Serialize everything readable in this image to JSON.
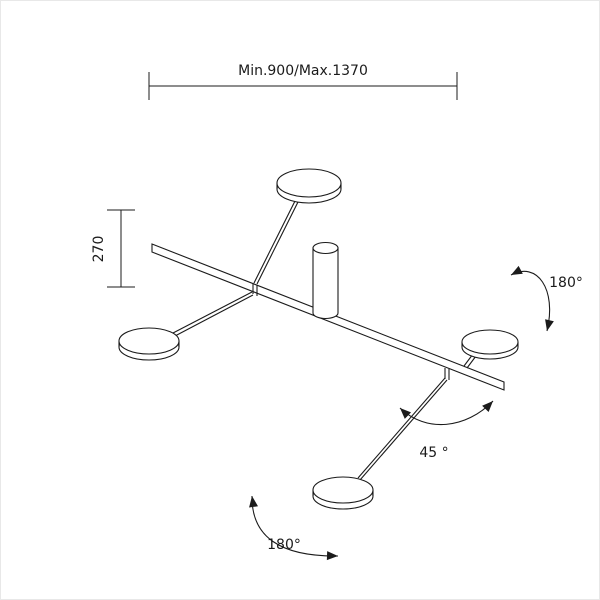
{
  "diagram": {
    "title": "ceiling-lamp-dimension-drawing",
    "width_label": "Min.900/Max.1370",
    "height_label": "270",
    "rotation_labels": {
      "top_right": "180°",
      "middle": "45 °",
      "bottom": "180°"
    },
    "colors": {
      "line": "#1b1b1b",
      "background": "#ffffff"
    }
  }
}
